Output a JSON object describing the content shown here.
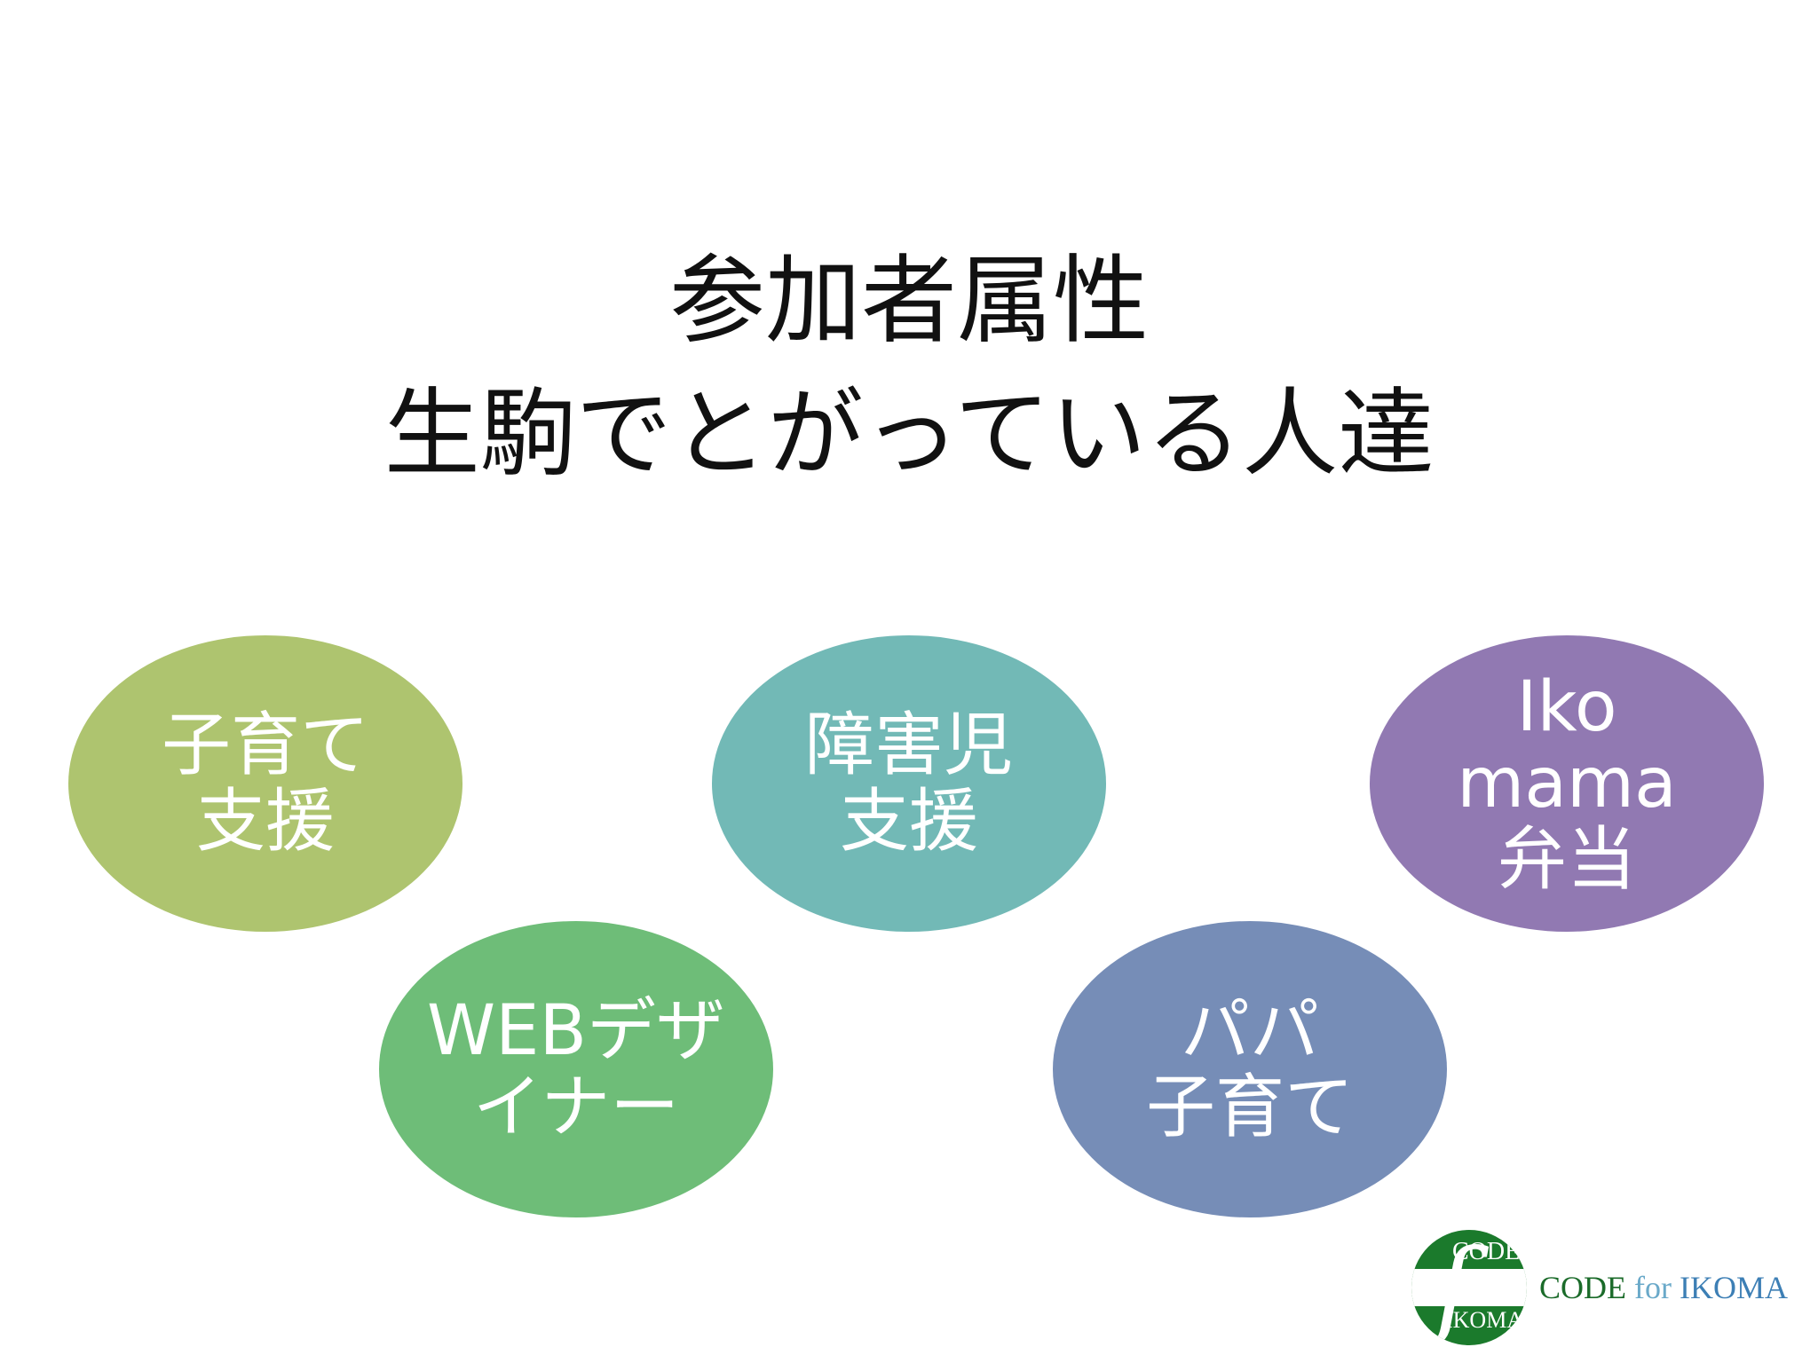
{
  "title": {
    "line1": "参加者属性",
    "line2": "生駒でとがっている人達"
  },
  "bubbles": [
    {
      "lines": [
        "子育て",
        "支援"
      ],
      "color": "#aec46f"
    },
    {
      "lines": [
        "障害児",
        "支援"
      ],
      "color": "#72b9b6"
    },
    {
      "lines": [
        "Iko",
        "mama",
        "弁当"
      ],
      "color": "#9179b2"
    },
    {
      "lines": [
        "WEBデザ",
        "イナー"
      ],
      "color": "#6ebd78"
    },
    {
      "lines": [
        "パパ",
        "子育て"
      ],
      "color": "#768db7"
    }
  ],
  "logo": {
    "mark_letter": "f",
    "mark_top": "CODE",
    "mark_bottom": "IKOMA",
    "text_code": "CODE",
    "text_for": "for",
    "text_ikoma": "IKOMA",
    "brand_green": "#1b7a2c"
  }
}
